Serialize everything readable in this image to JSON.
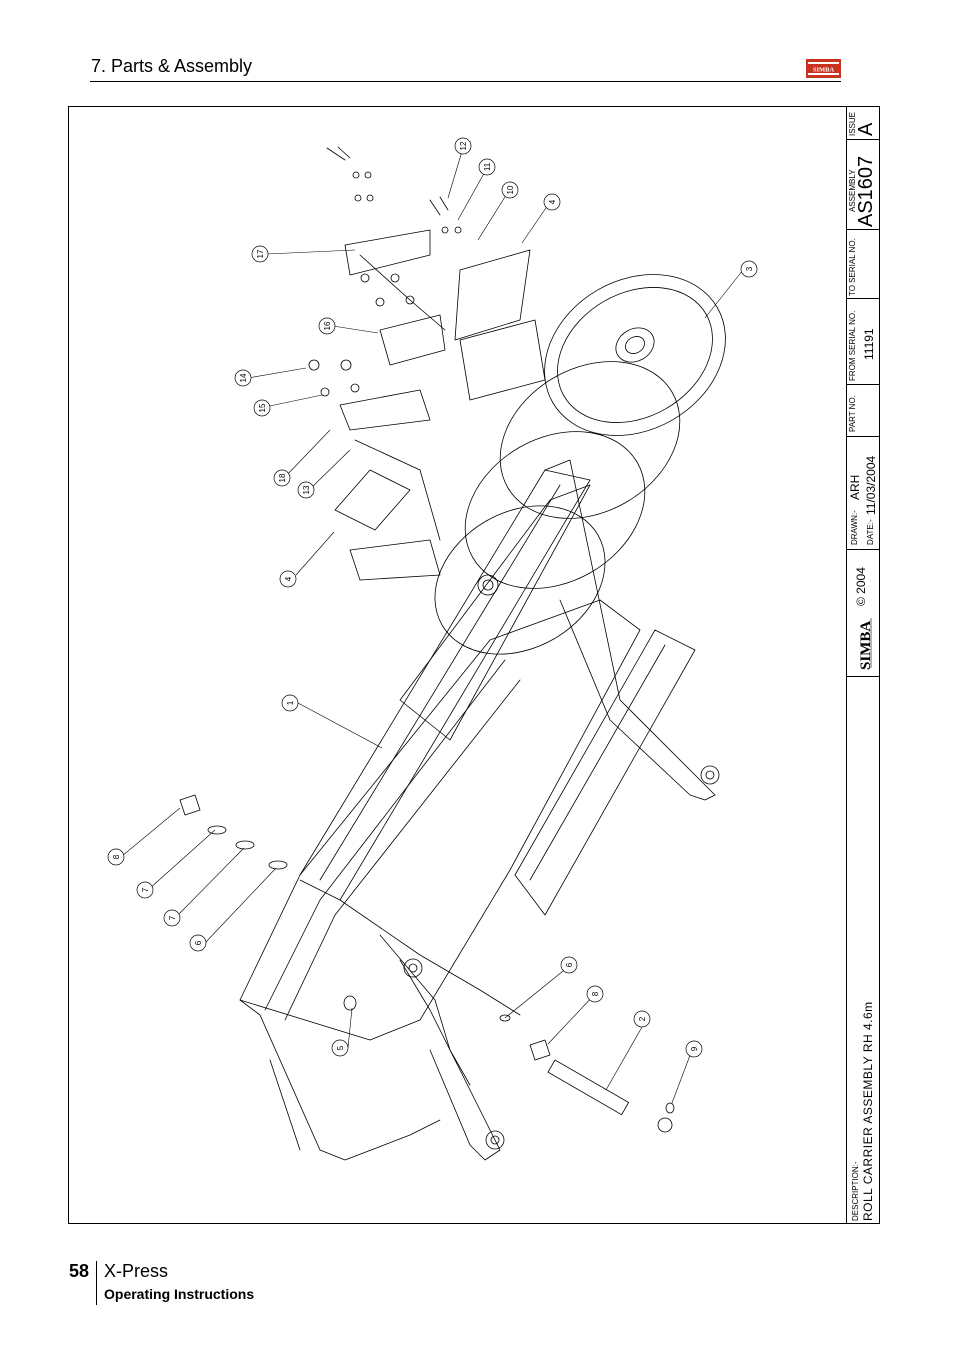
{
  "header": {
    "section_title": "7. Parts & Assembly",
    "logo_text": "SIMBA"
  },
  "title_block": {
    "description_label": "DESCRIPTION:-",
    "description": "ROLL CARRIER ASSEMBLY RH 4.6m",
    "logo_text": "SIMBA",
    "copyright": "© 2004",
    "drawn_label": "DRAWN:-",
    "drawn_by": "ARH",
    "date_label": "DATE:-",
    "date": "11/03/2004",
    "part_no_label": "PART NO.",
    "part_no": "",
    "from_serial_label": "FROM SERIAL NO.",
    "from_serial": "11191",
    "to_serial_label": "TO SERIAL NO.",
    "to_serial": "",
    "assembly_label": "ASSEMBLY",
    "assembly": "AS1607",
    "issue_label": "ISSUE",
    "issue": "A"
  },
  "callouts": [
    "1",
    "2",
    "3",
    "4",
    "4",
    "5",
    "6",
    "6",
    "7",
    "7",
    "8",
    "8",
    "9",
    "10",
    "11",
    "12",
    "13",
    "14",
    "15",
    "16",
    "17",
    "18"
  ],
  "footer": {
    "page_number": "58",
    "product": "X-Press",
    "subtitle": "Operating Instructions"
  }
}
